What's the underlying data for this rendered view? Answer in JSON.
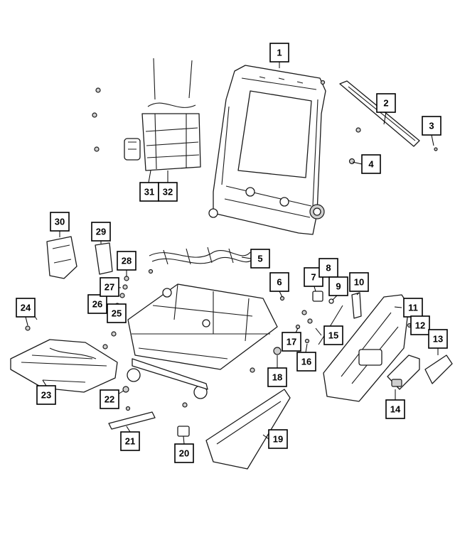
{
  "callouts": {
    "c1": "1",
    "c2": "2",
    "c3": "3",
    "c4": "4",
    "c5": "5",
    "c6": "6",
    "c7": "7",
    "c8": "8",
    "c9": "9",
    "c10": "10",
    "c11": "11",
    "c12": "12",
    "c13": "13",
    "c14": "14",
    "c15": "15",
    "c16": "16",
    "c17": "17",
    "c18": "18",
    "c19": "19",
    "c20": "20",
    "c21": "21",
    "c22": "22",
    "c23": "23",
    "c24": "24",
    "c25": "25",
    "c26": "26",
    "c27": "27",
    "c28": "28",
    "c29": "29",
    "c30": "30",
    "c31": "31",
    "c32": "32"
  },
  "colors": {
    "line": "#1a1a1a",
    "background": "#ffffff",
    "shade": "#cfcfcf"
  }
}
